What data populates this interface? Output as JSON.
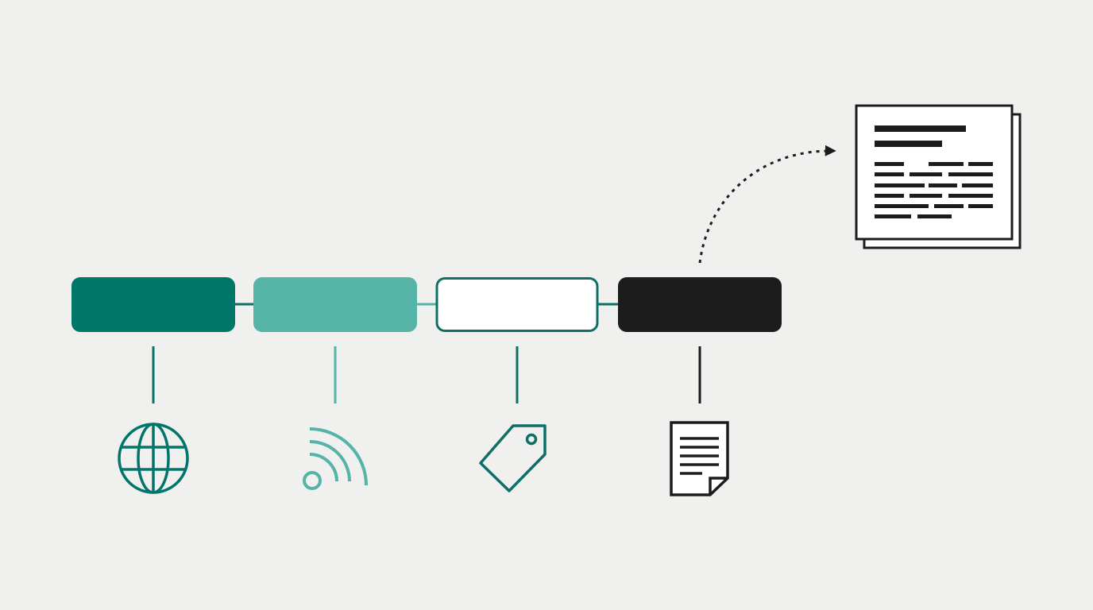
{
  "colors": {
    "background": "#f0f0ef",
    "teal_dark": "#00766b",
    "teal_light": "#55b3a8",
    "teal_outline": "#0e6f66",
    "black": "#1c1c1c",
    "paper": "#ffffff"
  },
  "pipeline": {
    "stages": [
      {
        "name": "stage-1",
        "style": "filled-dark-teal",
        "icon": "globe-icon"
      },
      {
        "name": "stage-2",
        "style": "filled-light-teal",
        "icon": "rss-feed-icon"
      },
      {
        "name": "stage-3",
        "style": "outlined-teal",
        "icon": "tag-icon"
      },
      {
        "name": "stage-4",
        "style": "filled-black",
        "icon": "document-icon"
      }
    ],
    "output": {
      "icon": "stacked-report-document-icon",
      "connector": "dotted-curved-arrow"
    }
  }
}
